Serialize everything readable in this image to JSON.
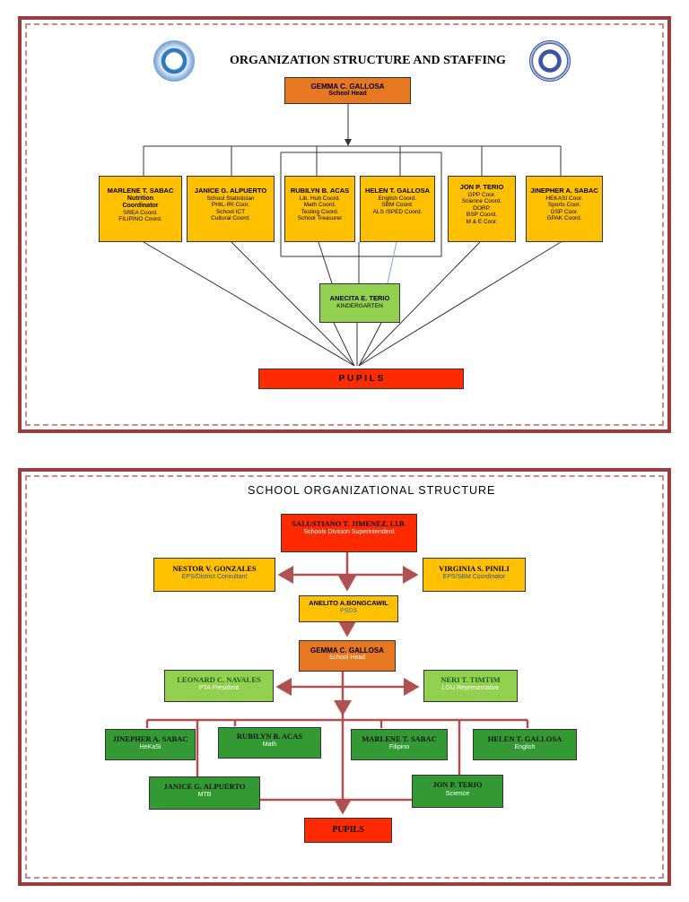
{
  "org1": {
    "title": "ORGANIZATION STRUCTURE AND STAFFING",
    "head": {
      "name": "GEMMA C. GALLOSA",
      "role": "School Head"
    },
    "staff": [
      {
        "name": "MARLENE T. SABAC",
        "lines": [
          "Nutrition",
          "Coordinator",
          "SREA Coord.",
          "FILIPINO Coord."
        ]
      },
      {
        "name": "JANICE G. ALPUERTO",
        "lines": [
          "School Statistician",
          "PHIL-IRI Coor.",
          "School ICT",
          "Cultural Coord."
        ]
      },
      {
        "name": "RUBILYN B. ACAS",
        "lines": [
          "Lib. Hub Coord.",
          "Math Coord.",
          "Testing Coord.",
          "School Treasurer"
        ]
      },
      {
        "name": "HELEN T. GALLOSA",
        "lines": [
          "English Coord.",
          "SBM Coord.",
          "ALS /SPED Coord."
        ]
      },
      {
        "name": "JON P. TERIO",
        "lines": [
          "GPP Coor.",
          "Science Coord.",
          "DORP.",
          "BSP Coord.",
          "M & E Coor."
        ]
      },
      {
        "name": "JINEPHER A. SABAC",
        "lines": [
          "HEKASI Coor.",
          "Sports Coor.",
          "GSP Coor.",
          "GPAK Coord."
        ]
      }
    ],
    "kinder": {
      "name": "ANECITA E. TERIO",
      "role": "KINDERGARTEN"
    },
    "pupils": "P U P I L S"
  },
  "org2": {
    "title": "SCHOOL ORGANIZATIONAL STRUCTURE",
    "sds": {
      "name": "SALUSTIANO T. JIMENEZ, Ll.B.",
      "role": "Schools Division Superintendent"
    },
    "eps1": {
      "name": "NESTOR V. GONZALES",
      "role": "EPS/District Consultant"
    },
    "eps2": {
      "name": "VIRGINIA S. PINILI",
      "role": "EPS/SBM Coordinator"
    },
    "psds": {
      "name": "ANELITO A.BONGCAWIL",
      "role": "PSDS"
    },
    "head": {
      "name": "GEMMA C. GALLOSA",
      "role": "School Head"
    },
    "pta": {
      "name": "LEONARD C. NAVALES",
      "role": "PTA President"
    },
    "lgu": {
      "name": "NERI T. TIMTIM",
      "role": "LGU Representative"
    },
    "teachers": [
      {
        "name": "JINEPHER A. SABAC",
        "role": "HeKaSi"
      },
      {
        "name": "RUBILYN B. ACAS",
        "role": "Math"
      },
      {
        "name": "MARLENE T. SABAC",
        "role": "Filipino"
      },
      {
        "name": "HELEN T. GALLOSA",
        "role": "English"
      },
      {
        "name": "JANICE G. ALPUERTO",
        "role": "MTB"
      },
      {
        "name": "JON P. TERIO",
        "role": "Science"
      }
    ],
    "pupils": "PUPILS"
  },
  "colors": {
    "frame": "#9b3b3b",
    "orange": "#e87722",
    "yellow": "#ffc000",
    "light_green": "#92d050",
    "dark_green": "#339933",
    "red": "#ff2a00",
    "arrow": "#b05050"
  }
}
